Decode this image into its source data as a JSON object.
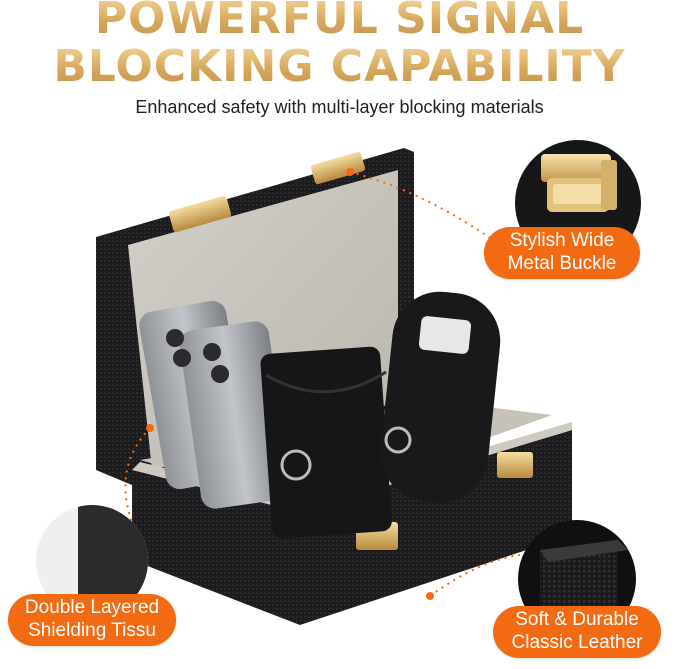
{
  "title": {
    "line1": "POWERFUL SIGNAL",
    "line2": "BLOCKING CAPABILITY"
  },
  "subtitle": "Enhanced safety with multi-layer blocking materials",
  "features": [
    {
      "line1": "Stylish Wide",
      "line2": "Metal Buckle",
      "icon": "buckle-icon"
    },
    {
      "line1": "Double Layered",
      "line2": "Shielding Tissu",
      "icon": "fabric-icon"
    },
    {
      "line1": "Soft & Durable",
      "line2": "Classic Leather",
      "icon": "leather-icon"
    }
  ],
  "colors": {
    "accent": "#f26a12",
    "gold": "#d6a75a",
    "box": "#1d1d1f",
    "lining": "#c9c6bf"
  }
}
